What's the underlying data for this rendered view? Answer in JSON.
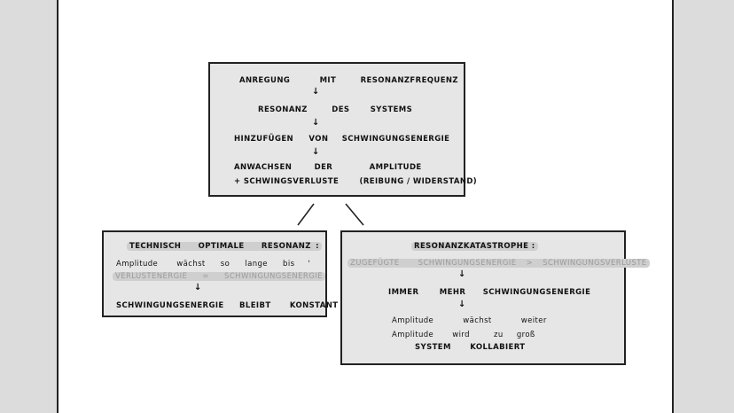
{
  "top_box": {
    "line1": [
      "ANREGUNG",
      "MIT",
      "RESONANZFREQUENZ"
    ],
    "line2": [
      "RESONANZ",
      "DES",
      "SYSTEMS"
    ],
    "line3": [
      "HINZUFÜGEN",
      "VON",
      "SCHWINGUNGSENERGIE"
    ],
    "line4": [
      "ANWACHSEN",
      "DER",
      "AMPLITUDE"
    ],
    "line5": [
      "+ SCHWINGSVERLUSTE",
      "(REIBUNG / WIDERSTAND)"
    ]
  },
  "left_box": {
    "title": [
      "TECHNISCH",
      "OPTIMALE",
      "RESONANZ",
      ":"
    ],
    "line1": [
      "Amplitude",
      "wächst",
      "so",
      "lange",
      "bis",
      "'"
    ],
    "line2": [
      "VERLUSTENERGIE",
      "=",
      "SCHWINGUNGSENERGIE"
    ],
    "result": [
      "SCHWINGUNGSENERGIE",
      "BLEIBT",
      "KONSTANT"
    ]
  },
  "right_box": {
    "title": "RESONANZKATASTROPHE :",
    "line1": [
      "ZUGEFÜGTE",
      "SCHWINGUNGSENERGIE",
      ">",
      "SCHWINGUNGSVERLUSTE"
    ],
    "line2": [
      "IMMER",
      "MEHR",
      "SCHWINGUNGSENERGIE"
    ],
    "line3": [
      "Amplitude",
      "wächst",
      "weiter"
    ],
    "line4": [
      "Amplitude",
      "wird",
      "zu",
      "groß"
    ],
    "line5": [
      "SYSTEM",
      "KOLLABIERT"
    ]
  },
  "arrow_symbol": "↓"
}
